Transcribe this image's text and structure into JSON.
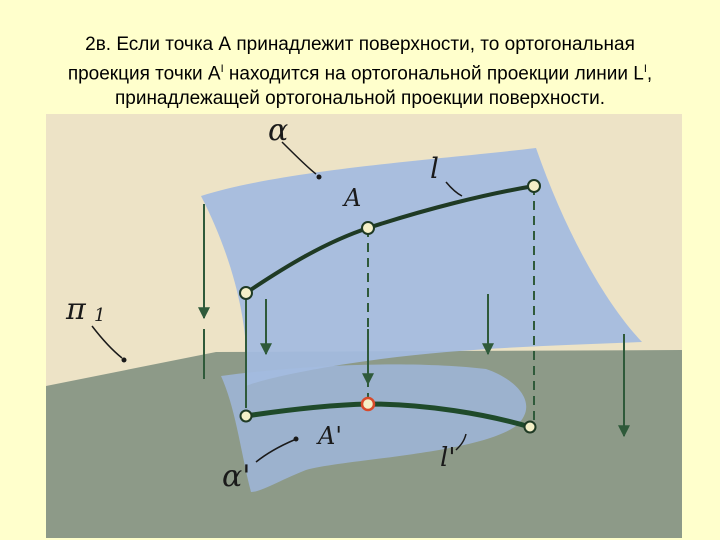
{
  "title": {
    "line1": "2в. Если точка А принадлежит поверхности, то ортогональная",
    "line2_pre": "проекция точки А",
    "line2_sup1": "I",
    "line2_mid": " находится на ортогональной проекции линии L",
    "line2_sup2": "I",
    "line2_post": ",",
    "line3": "принадлежащей ортогональной проекции поверхности."
  },
  "figure": {
    "labels": {
      "alpha": "α",
      "point_a": "A",
      "line_l": "l",
      "plane_pi": "π",
      "plane_pi_sub": "1",
      "point_a_proj": "A'",
      "line_l_proj": "l'",
      "alpha_proj": "α'"
    },
    "colors": {
      "background": "#ffffcc",
      "figure_bg": "#ede3c6",
      "surface": "#9fb6da",
      "plane": "#8d9a88",
      "curve": "#1f4a2a",
      "projector": "#2f5a3a",
      "highlight_point": "#d84a2a"
    }
  }
}
